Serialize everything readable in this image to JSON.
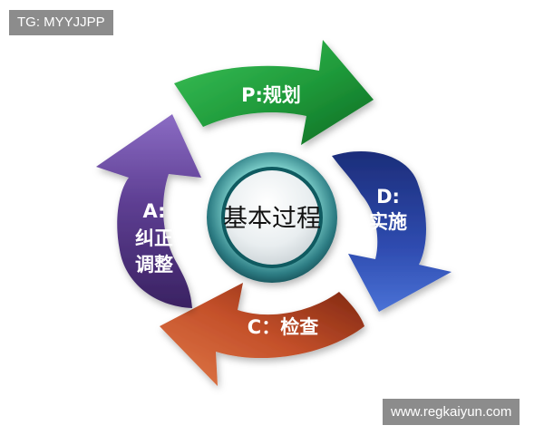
{
  "watermarks": {
    "top": "TG: MYYJJPP",
    "bottom": "www.regkaiyun.com"
  },
  "diagram": {
    "center": "基本过程",
    "segments": {
      "plan": {
        "label": "P:规划",
        "color": "#1f9a3a"
      },
      "do": {
        "label_line1": "D:",
        "label_line2": "实施",
        "color": "#2b3f9e"
      },
      "check": {
        "label": "C：检查",
        "color": "#c4502a"
      },
      "act": {
        "label_line1": "A:",
        "label_line2": "纠正",
        "label_line3": "调整",
        "color": "#5e3f93"
      }
    }
  }
}
